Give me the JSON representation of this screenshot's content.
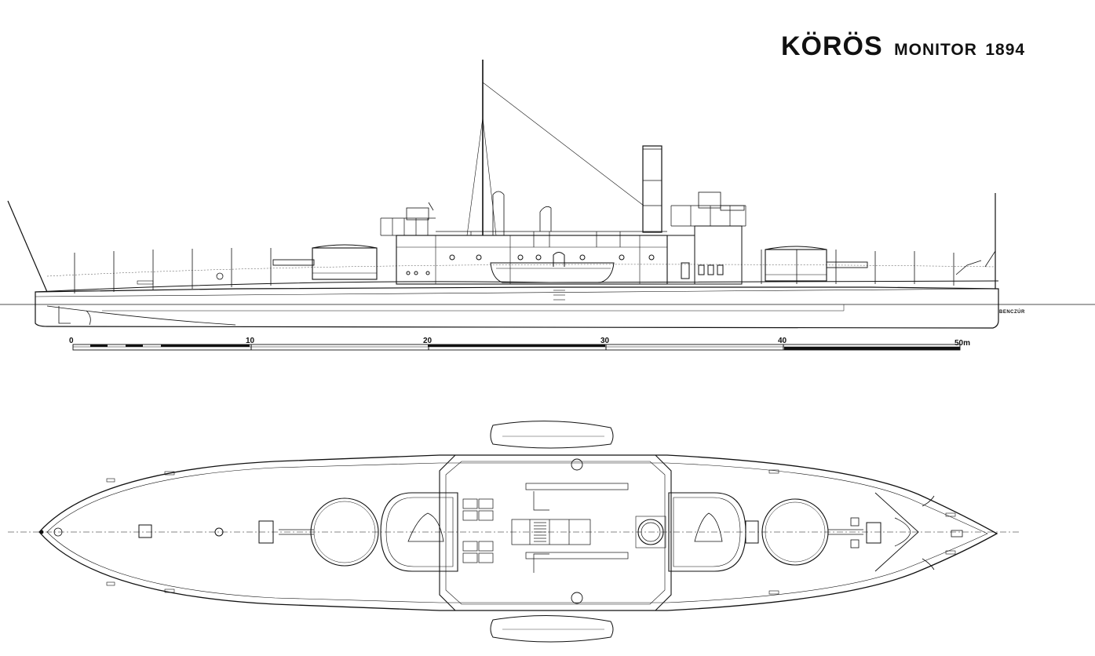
{
  "title": {
    "name": "KÖRÖS",
    "type": "MONITOR",
    "year": "1894"
  },
  "signature": "BENCZÚR",
  "scale_bar": {
    "labels": [
      "0",
      "10",
      "20",
      "30",
      "40",
      "50m"
    ]
  },
  "views": [
    "side-elevation",
    "deck-plan"
  ]
}
